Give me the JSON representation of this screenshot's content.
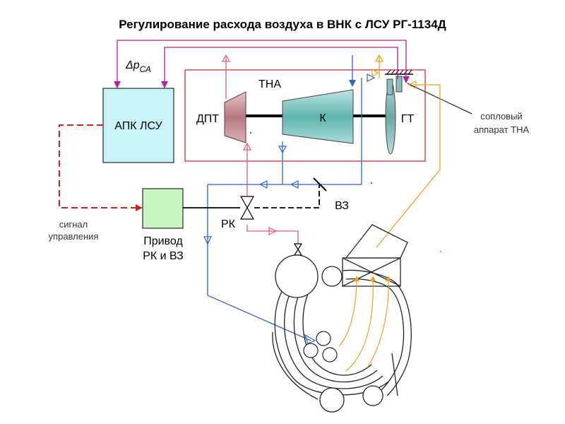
{
  "title": "Регулирование расхода воздуха в ВНК с ЛСУ РГ-1134Д",
  "labels": {
    "dp_symbol": "Δp",
    "dp_subscript": "СА",
    "tna": "ТНА",
    "dpt": "ДПТ",
    "k": "К",
    "gt": "ГТ",
    "apk": "АПК ЛСУ",
    "nozzle_line1": "сопловый",
    "nozzle_line2": "аппарат ТНА",
    "signal_line1": "сигнал",
    "signal_line2": "управления",
    "drive_line1": "Привод",
    "drive_line2": "РК и ВЗ",
    "rk": "РК",
    "vz": "ВЗ"
  },
  "colors": {
    "magenta": "#b0239a",
    "pink": "#e8578a",
    "orange": "#f0a020",
    "blue": "#2e64c8",
    "red_dashed": "#d42020",
    "frame_red": "#c8202a",
    "apk_fill": "#c8f4f8",
    "drive_fill": "#c8f4c0",
    "turbine_teal": "#7ec8c4",
    "dpt_fill": "#c88a92",
    "line_dark": "#000000"
  }
}
